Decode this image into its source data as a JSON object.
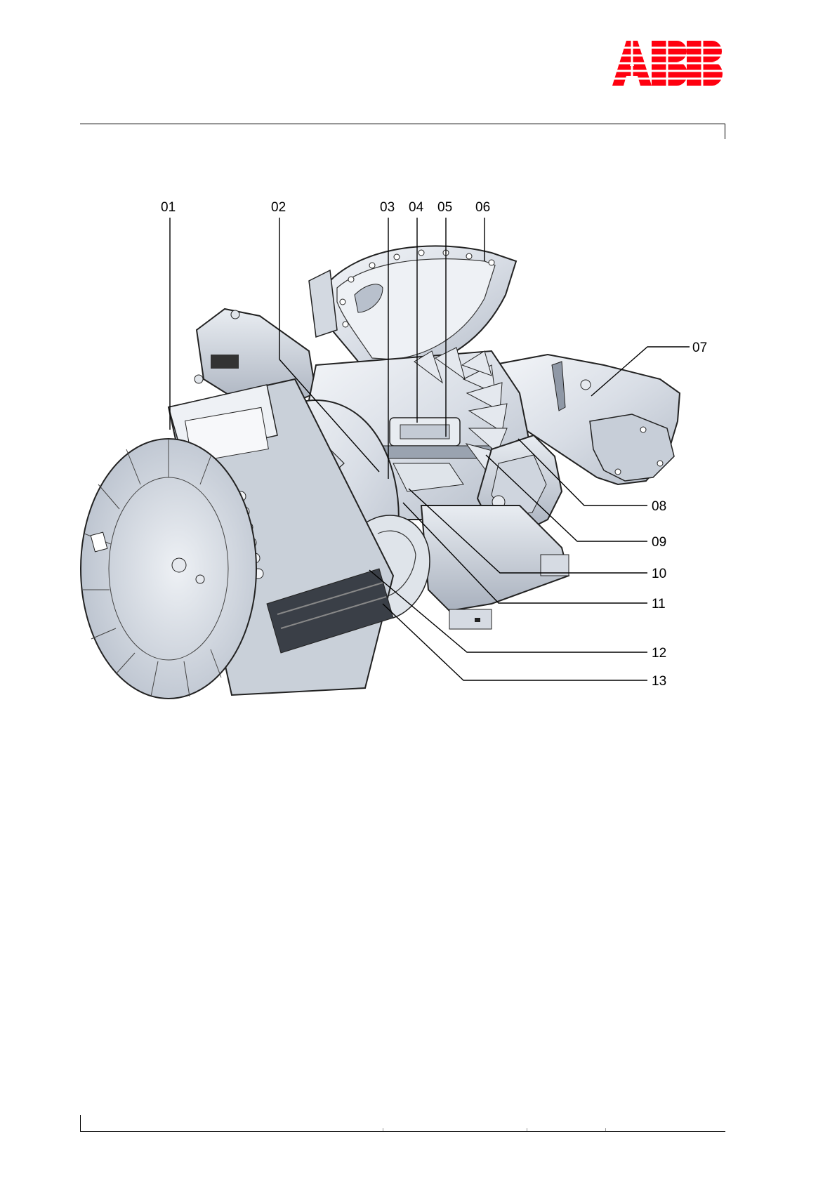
{
  "brand": {
    "name": "ABB",
    "color": "#ff000f"
  },
  "figure": {
    "subject": "turbocharger cutaway",
    "callouts": [
      "01",
      "02",
      "03",
      "04",
      "05",
      "06",
      "07",
      "08",
      "09",
      "10",
      "11",
      "12",
      "13"
    ]
  }
}
